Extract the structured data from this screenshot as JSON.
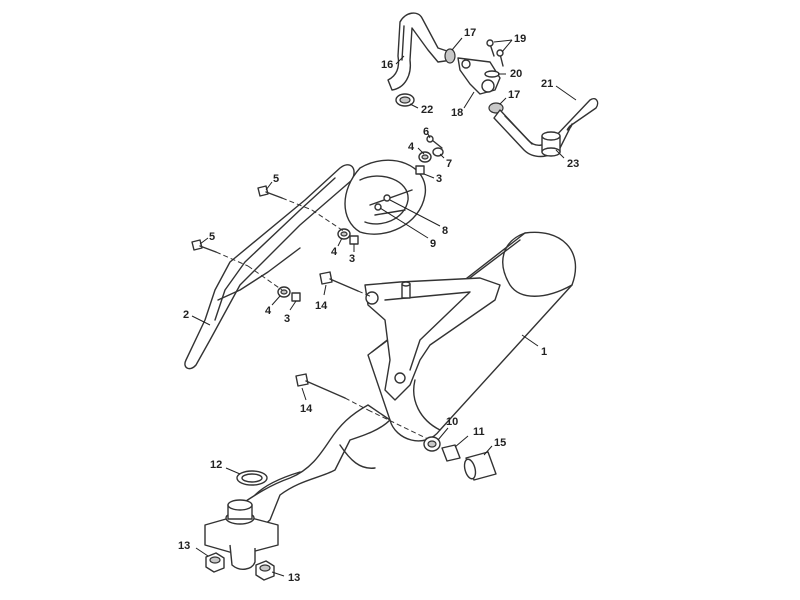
{
  "diagram": {
    "callouts": [
      {
        "id": "c1",
        "text": "1"
      },
      {
        "id": "c2",
        "text": "2"
      },
      {
        "id": "c3a",
        "text": "3"
      },
      {
        "id": "c3b",
        "text": "3"
      },
      {
        "id": "c3c",
        "text": "3"
      },
      {
        "id": "c4a",
        "text": "4"
      },
      {
        "id": "c4b",
        "text": "4"
      },
      {
        "id": "c4c",
        "text": "4"
      },
      {
        "id": "c5a",
        "text": "5"
      },
      {
        "id": "c5b",
        "text": "5"
      },
      {
        "id": "c6",
        "text": "6"
      },
      {
        "id": "c7",
        "text": "7"
      },
      {
        "id": "c8",
        "text": "8"
      },
      {
        "id": "c9",
        "text": "9"
      },
      {
        "id": "c10",
        "text": "10"
      },
      {
        "id": "c11",
        "text": "11"
      },
      {
        "id": "c12",
        "text": "12"
      },
      {
        "id": "c13a",
        "text": "13"
      },
      {
        "id": "c13b",
        "text": "13"
      },
      {
        "id": "c14a",
        "text": "14"
      },
      {
        "id": "c14b",
        "text": "14"
      },
      {
        "id": "c15",
        "text": "15"
      },
      {
        "id": "c16",
        "text": "16"
      },
      {
        "id": "c17a",
        "text": "17"
      },
      {
        "id": "c17b",
        "text": "17"
      },
      {
        "id": "c18",
        "text": "18"
      },
      {
        "id": "c19",
        "text": "19"
      },
      {
        "id": "c20",
        "text": "20"
      },
      {
        "id": "c21",
        "text": "21"
      },
      {
        "id": "c22",
        "text": "22"
      },
      {
        "id": "c23",
        "text": "23"
      }
    ]
  }
}
